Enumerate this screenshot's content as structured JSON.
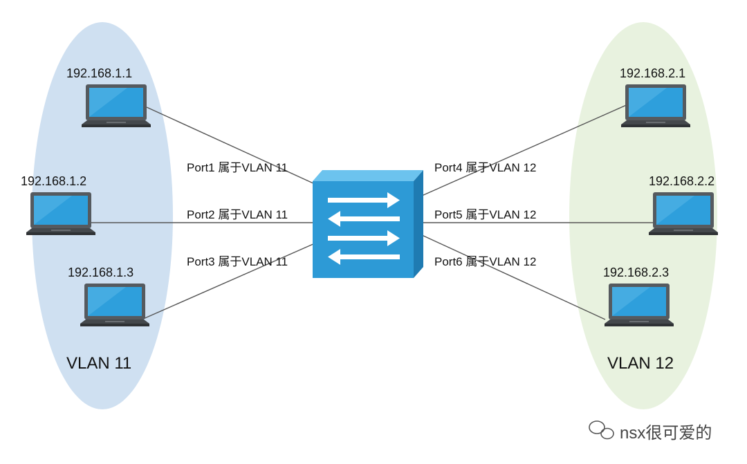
{
  "diagram": {
    "vlan_groups": [
      {
        "id": "vlan11",
        "label": "VLAN 11",
        "color": "#cfe0f1"
      },
      {
        "id": "vlan12",
        "label": "VLAN 12",
        "color": "#e8f2df"
      }
    ],
    "hosts_left": [
      {
        "ip": "192.168.1.1"
      },
      {
        "ip": "192.168.1.2"
      },
      {
        "ip": "192.168.1.3"
      }
    ],
    "hosts_right": [
      {
        "ip": "192.168.2.1"
      },
      {
        "ip": "192.168.2.2"
      },
      {
        "ip": "192.168.2.3"
      }
    ],
    "ports_left": [
      {
        "label": "Port1 属于VLAN 11"
      },
      {
        "label": "Port2 属于VLAN 11"
      },
      {
        "label": "Port3 属于VLAN 11"
      }
    ],
    "ports_right": [
      {
        "label": "Port4 属于VLAN 12"
      },
      {
        "label": "Port5 属于VLAN 12"
      },
      {
        "label": "Port6 属于VLAN 12"
      }
    ],
    "switch_icon": "network-switch-icon",
    "laptop_icon": "laptop-icon",
    "switch_color": "#2d9ad6",
    "line_color": "#555555"
  },
  "watermark": {
    "text": "nsx很可爱的",
    "icon": "wechat-icon"
  }
}
